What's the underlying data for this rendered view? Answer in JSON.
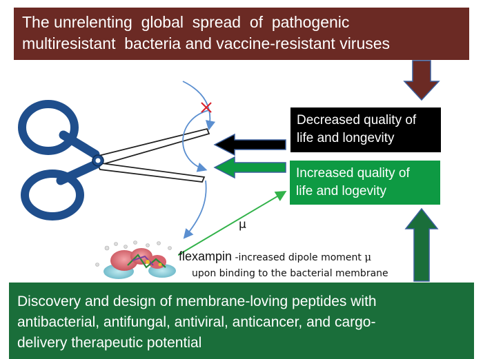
{
  "top_banner": {
    "line1": "The unrelenting  global  spread  of  pathogenic",
    "line2": "multiresistant  bacteria and vaccine-resistant viruses"
  },
  "decreased_box": {
    "line1": "Decreased quality of",
    "line2": "life and longevity"
  },
  "increased_box": {
    "line1": "Increased quality of",
    "line2": "life and logevity"
  },
  "mu_label": "μ",
  "flexampin": {
    "name": "flexampin",
    "desc": " -increased dipole moment ",
    "mu": "μ",
    "line2": "upon binding to the bacterial membrane"
  },
  "bottom_banner": {
    "line1": "Discovery and design of membrane-loving peptides with",
    "line2": "antibacterial, antifungal, antiviral, anticancer, and cargo-",
    "line3": "delivery therapeutic potential"
  },
  "icons": [
    "scissors-icon",
    "down-arrow-icon",
    "up-arrow-icon",
    "left-arrow-black-icon",
    "left-arrow-green-icon",
    "molecule-icon"
  ],
  "colors": {
    "top_banner": "#6b2a24",
    "black_box": "#000000",
    "green_box": "#0e9a43",
    "bottom_banner": "#1a6e3a",
    "scissor_blue": "#1f4e8c",
    "curve_blue": "#5b8fd0",
    "dipole_green": "#32b24a"
  }
}
